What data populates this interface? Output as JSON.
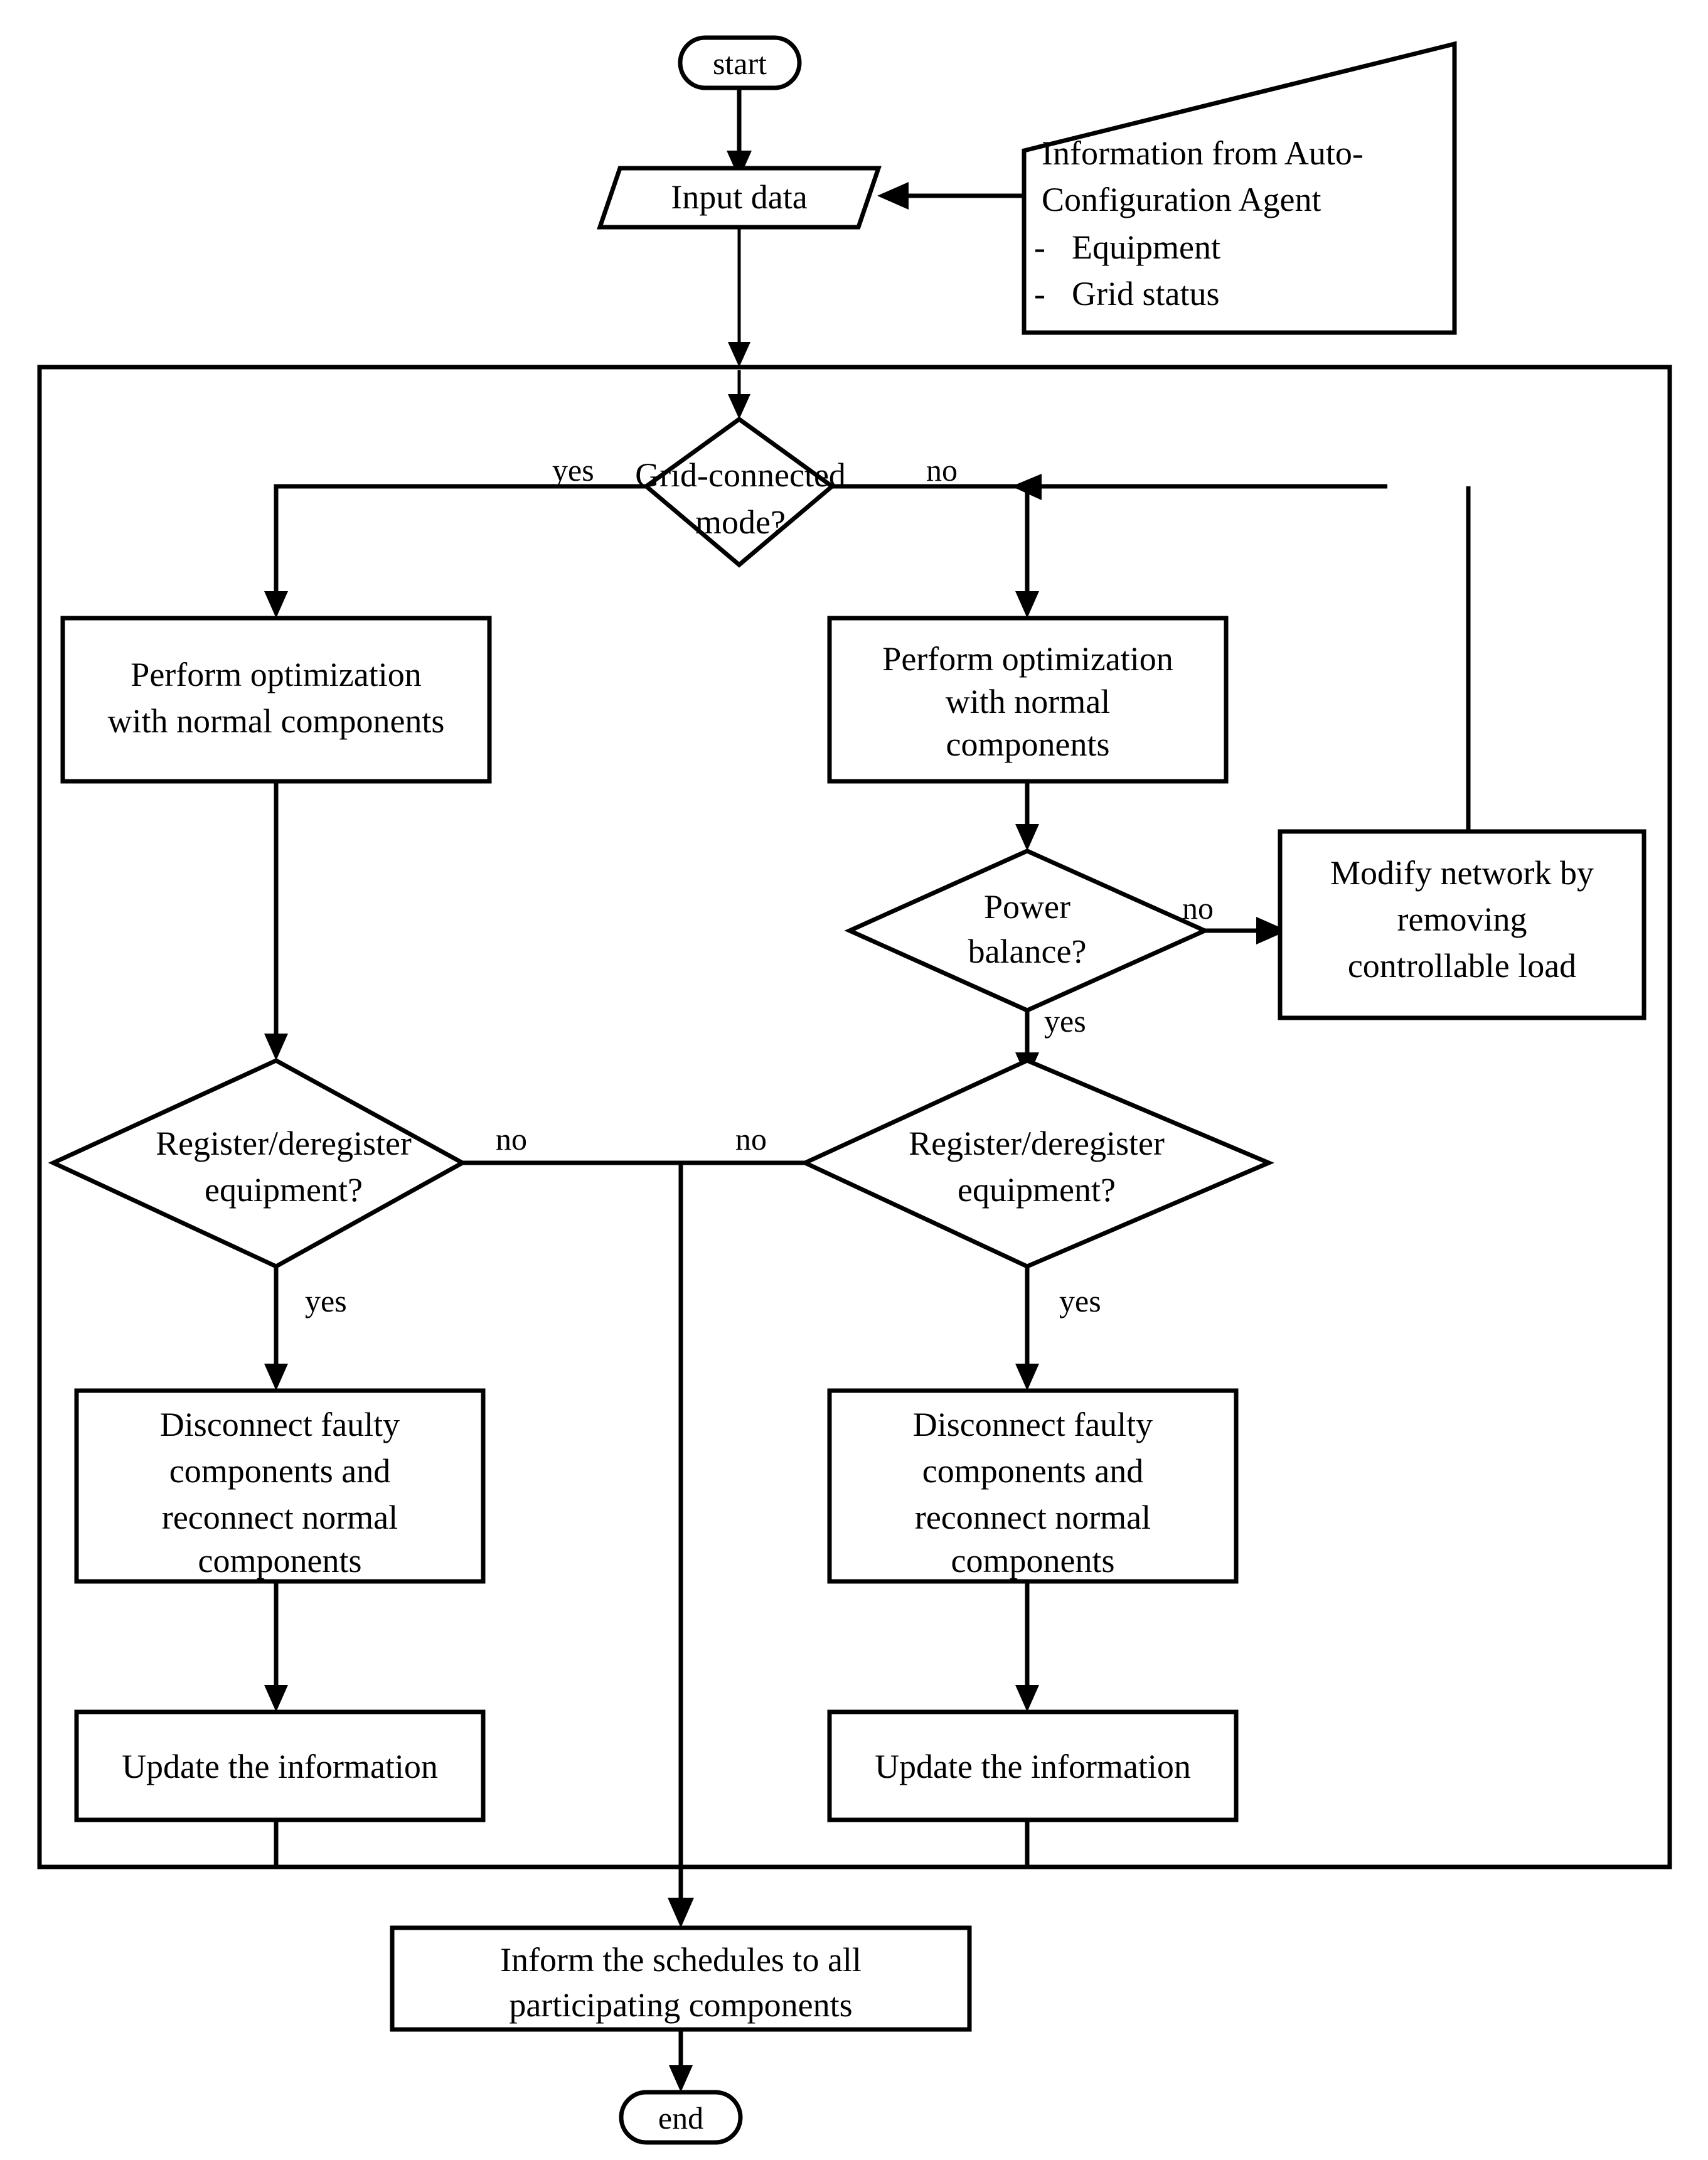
{
  "diagram": {
    "title": "Energy management agent flowchart",
    "type": "flowchart",
    "colors": {
      "background": "#ffffff",
      "stroke": "#000000",
      "fill": "#ffffff",
      "text": "#000000"
    },
    "nodes": {
      "start": {
        "label": "start",
        "shape": "terminator"
      },
      "input_data": {
        "label": "Input data",
        "shape": "parallelogram"
      },
      "info_source": {
        "shape": "document",
        "line1": "Information from Auto-",
        "line2": "Configuration Agent",
        "bullet1": "-",
        "bullet1_text": "Equipment",
        "bullet2": "-",
        "bullet2_text": "Grid status"
      },
      "grid_connected": {
        "shape": "decision",
        "line1": "Grid-connected",
        "line2": "mode?"
      },
      "optimize_left": {
        "shape": "process",
        "line1": "Perform optimization",
        "line2": "with normal components"
      },
      "optimize_right": {
        "shape": "process",
        "line1": "Perform optimization",
        "line2": "with normal",
        "line3": "components"
      },
      "power_balance": {
        "shape": "decision",
        "line1": "Power",
        "line2": "balance?"
      },
      "modify_network": {
        "shape": "process",
        "line1": "Modify network by",
        "line2": "removing",
        "line3": "controllable load"
      },
      "register_left": {
        "shape": "decision",
        "line1": "Register/deregister",
        "line2": "equipment?"
      },
      "register_right": {
        "shape": "decision",
        "line1": "Register/deregister",
        "line2": "equipment?"
      },
      "disconnect_left": {
        "shape": "process",
        "line1": "Disconnect faulty",
        "line2": "components and",
        "line3": "reconnect normal",
        "line4": "components"
      },
      "disconnect_right": {
        "shape": "process",
        "line1": "Disconnect faulty",
        "line2": "components and",
        "line3": "reconnect normal",
        "line4": "components"
      },
      "update_left": {
        "shape": "process",
        "line1": "Update the information"
      },
      "update_right": {
        "shape": "process",
        "line1": "Update the information"
      },
      "inform": {
        "shape": "process",
        "line1": "Inform the schedules to all",
        "line2": "participating components"
      },
      "end": {
        "label": "end",
        "shape": "terminator"
      }
    },
    "edge_labels": {
      "grid_yes": "yes",
      "grid_no": "no",
      "power_no": "no",
      "power_yes": "yes",
      "register_left_no": "no",
      "register_left_yes": "yes",
      "register_right_no": "no",
      "register_right_yes": "yes"
    }
  }
}
